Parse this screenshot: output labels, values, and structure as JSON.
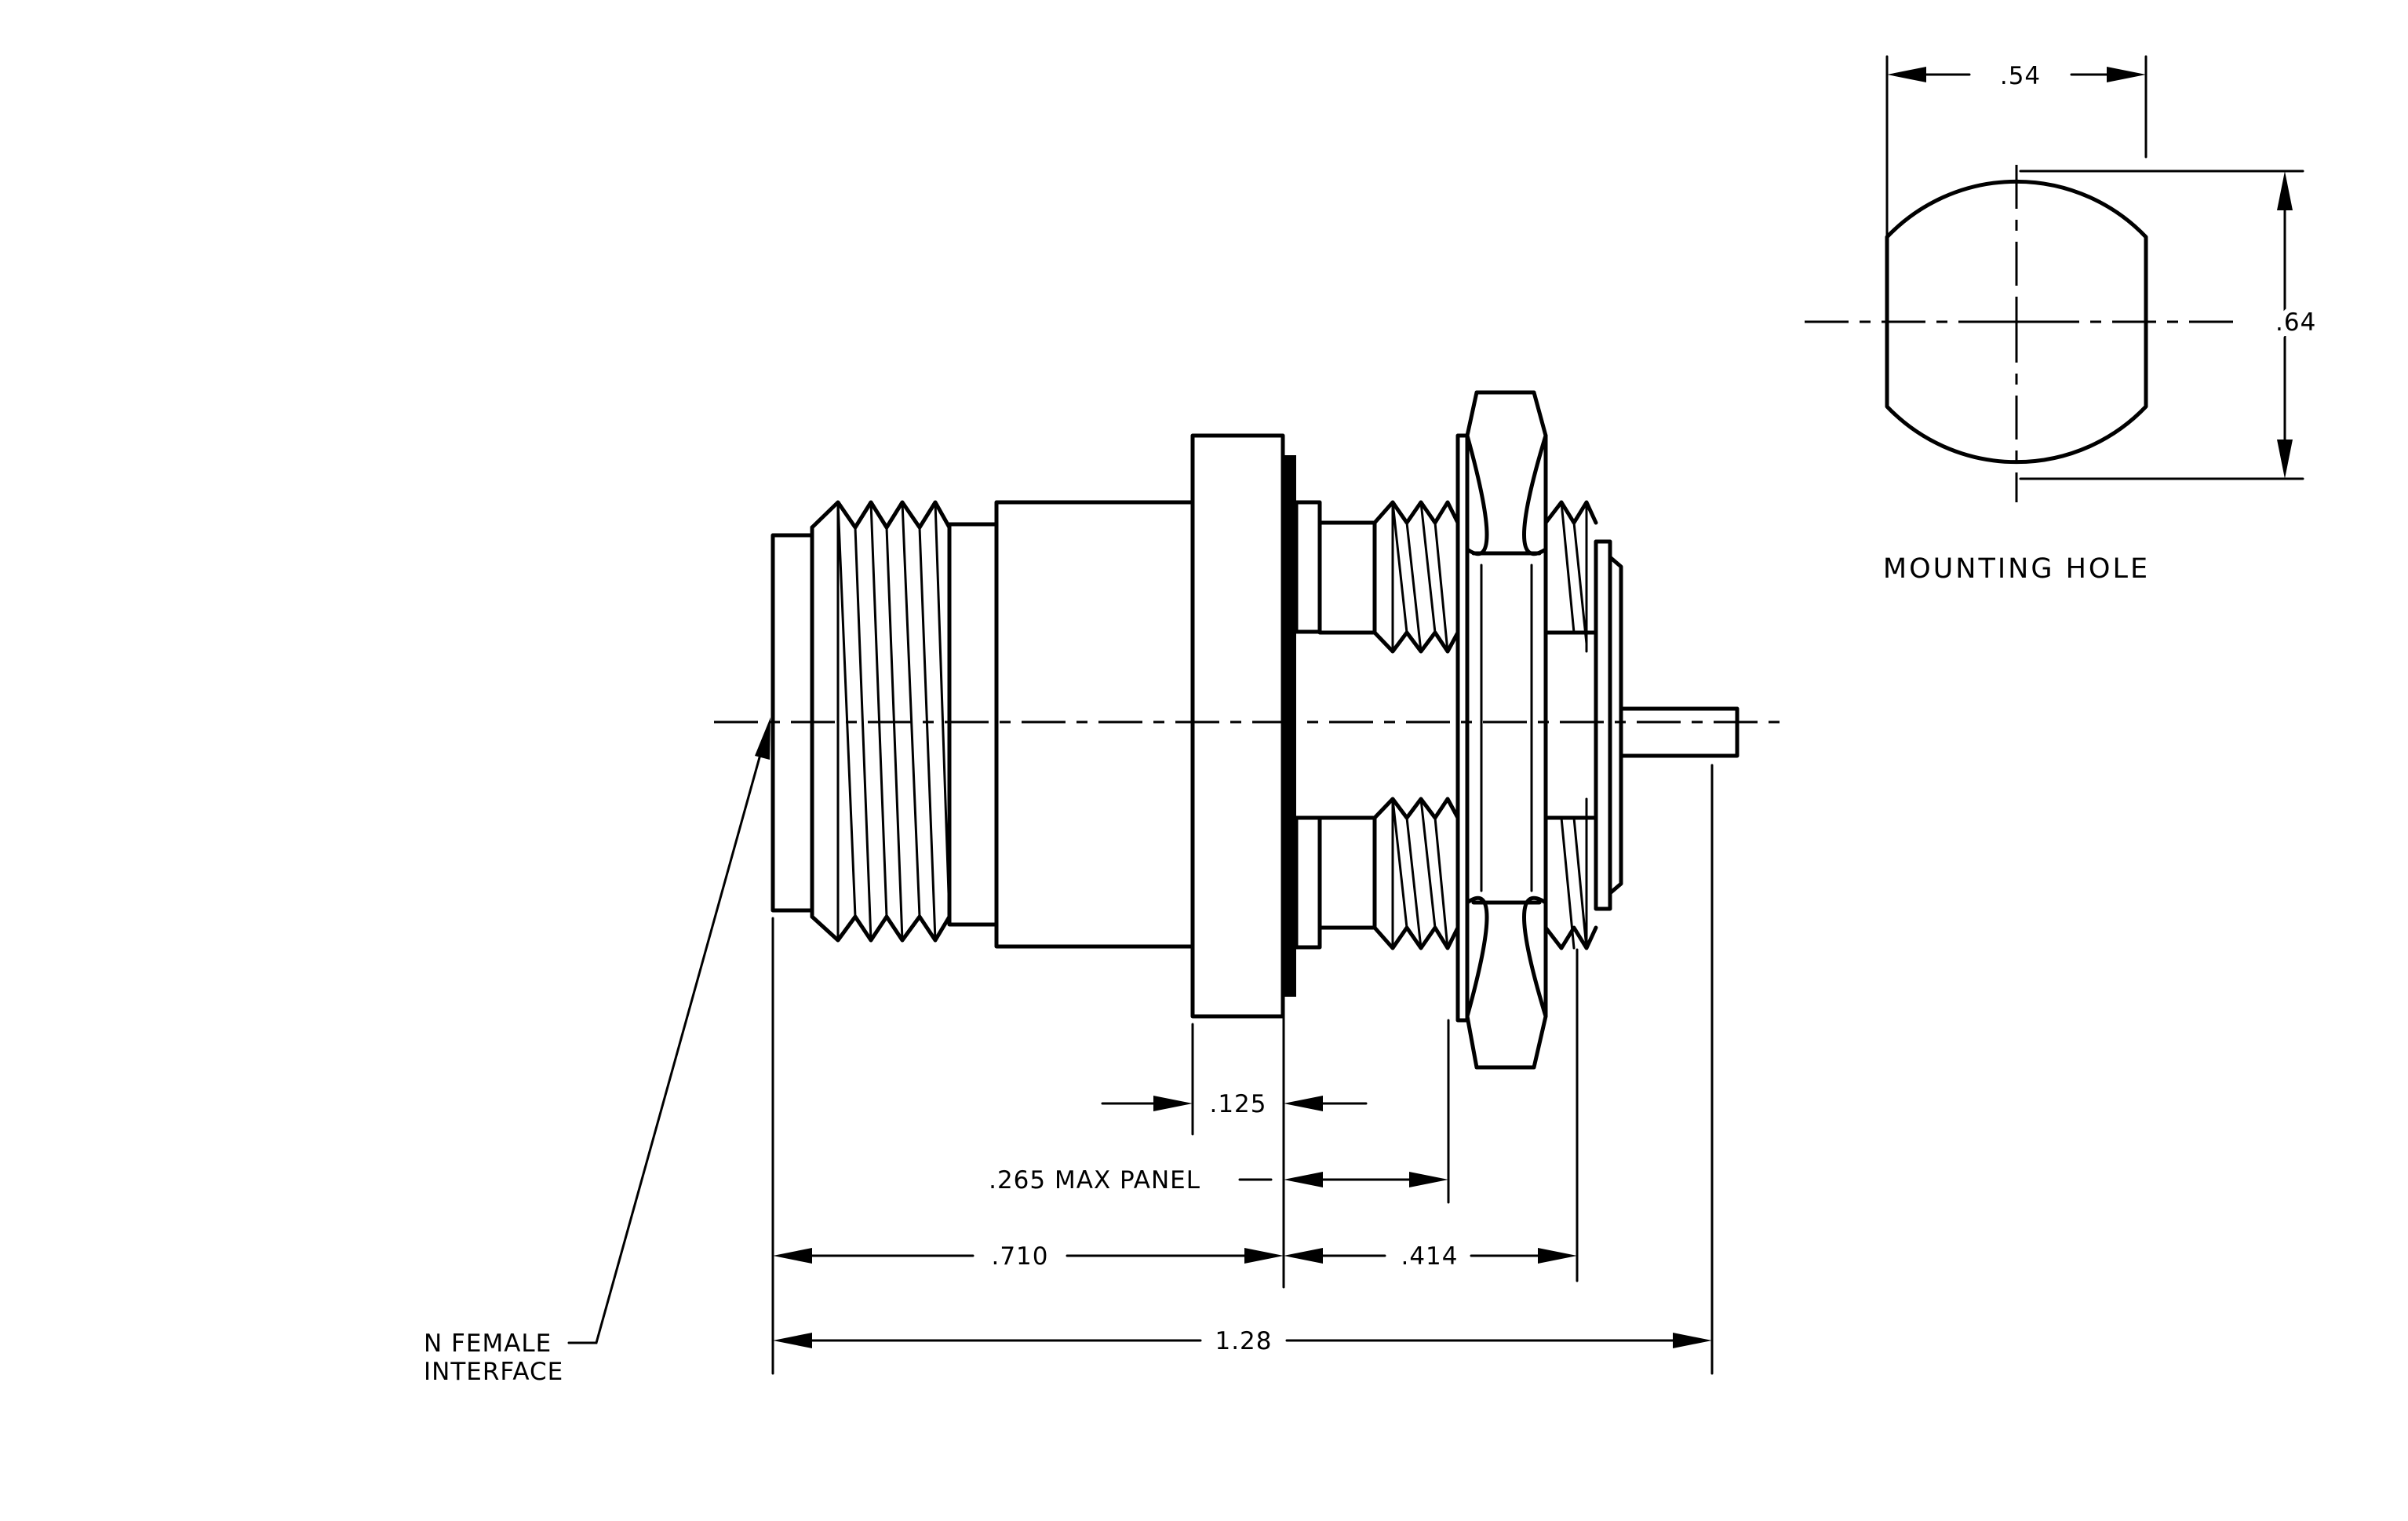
{
  "mounting_hole": {
    "width": ".54",
    "height": ".64",
    "caption": "MOUNTING HOLE"
  },
  "dimensions": {
    "flange_thickness": ".125",
    "max_panel": ".265 MAX PANEL",
    "front_length": ".710",
    "rear_length": ".414",
    "overall_length": "1.28"
  },
  "callout": {
    "line1": "N FEMALE",
    "line2": "INTERFACE"
  }
}
